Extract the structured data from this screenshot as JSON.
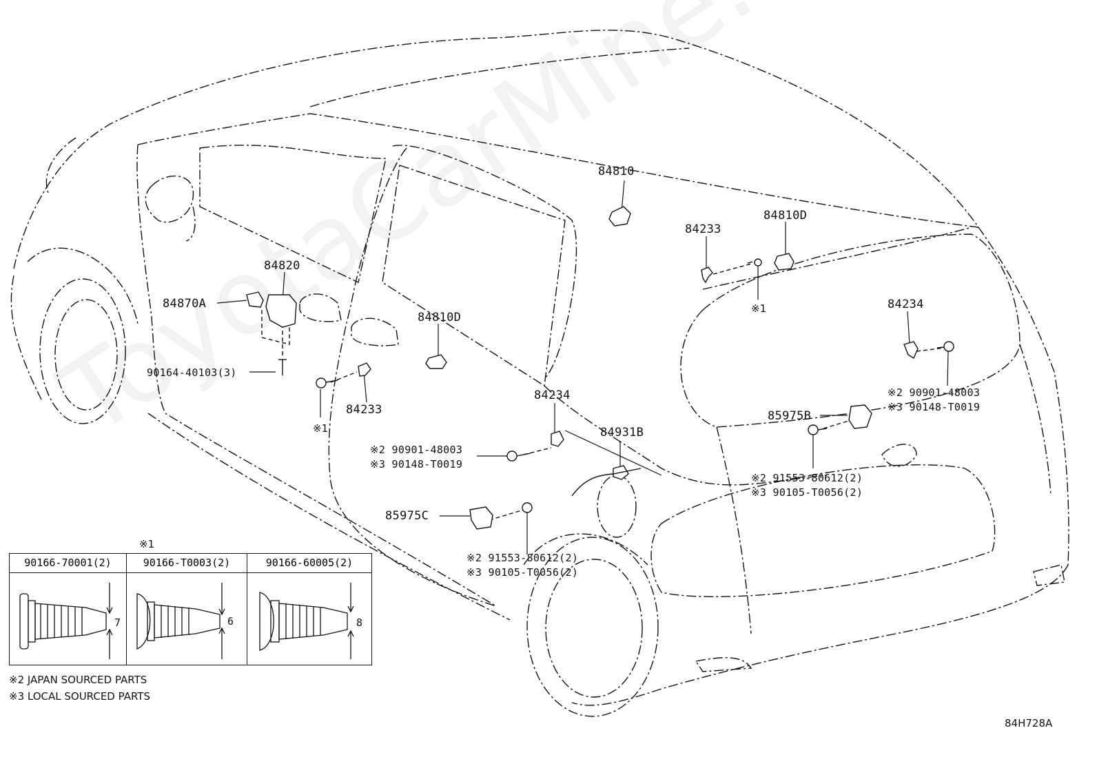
{
  "watermark": "ToyotaCarMine.ru",
  "diagram_code": "84H728A",
  "parts": {
    "p84810": "84810",
    "p84810D_roof": "84810D",
    "p84233_rear": "84233",
    "p84820": "84820",
    "p84870A": "84870A",
    "p84810D_door": "84810D",
    "p84233_door": "84233",
    "p84234_rear": "84234",
    "p84234_door": "84234",
    "p84931B": "84931B",
    "p85975B": "85975B",
    "p85975C": "85975C",
    "p90164": "90164-40103(3)"
  },
  "refs": {
    "x1_roof": "※1",
    "x1_door": "※1",
    "x1_table": "※1"
  },
  "bolt_groups": {
    "rear_bolt": {
      "japan": "※2 90901-48003",
      "local": "※3 90148-T0019"
    },
    "door_bolt": {
      "japan": "※2 90901-48003",
      "local": "※3 90148-T0019"
    },
    "rear_screw": {
      "japan": "※2 91553-80612(2)",
      "local": "※3 90105-T0056(2)"
    },
    "door_screw": {
      "japan": "※2 91553-80612(2)",
      "local": "※3 90105-T0056(2)"
    }
  },
  "table": {
    "columns": [
      {
        "part": "90166-70001(2)",
        "dimension": "7"
      },
      {
        "part": "90166-T0003(2)",
        "dimension": "6"
      },
      {
        "part": "90166-60005(2)",
        "dimension": "8"
      }
    ]
  },
  "legend": {
    "japan": "※2 JAPAN SOURCED PARTS",
    "local": "※3 LOCAL SOURCED PARTS"
  }
}
